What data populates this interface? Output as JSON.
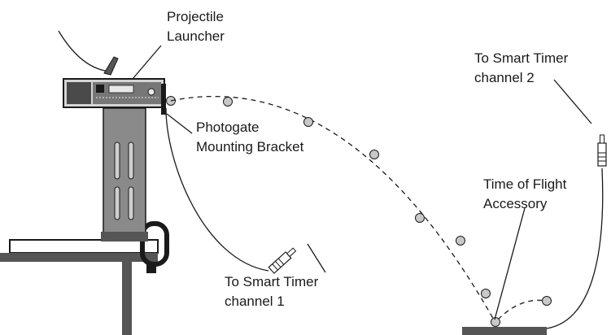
{
  "labels": {
    "launcher": [
      "Projectile",
      "Launcher"
    ],
    "bracket": [
      "Photogate",
      "Mounting Bracket"
    ],
    "channel1": [
      "To Smart Timer",
      "channel 1"
    ],
    "channel2": [
      "To Smart Timer",
      "channel 2"
    ],
    "tof": [
      "Time of Flight",
      "Accessory"
    ]
  }
}
